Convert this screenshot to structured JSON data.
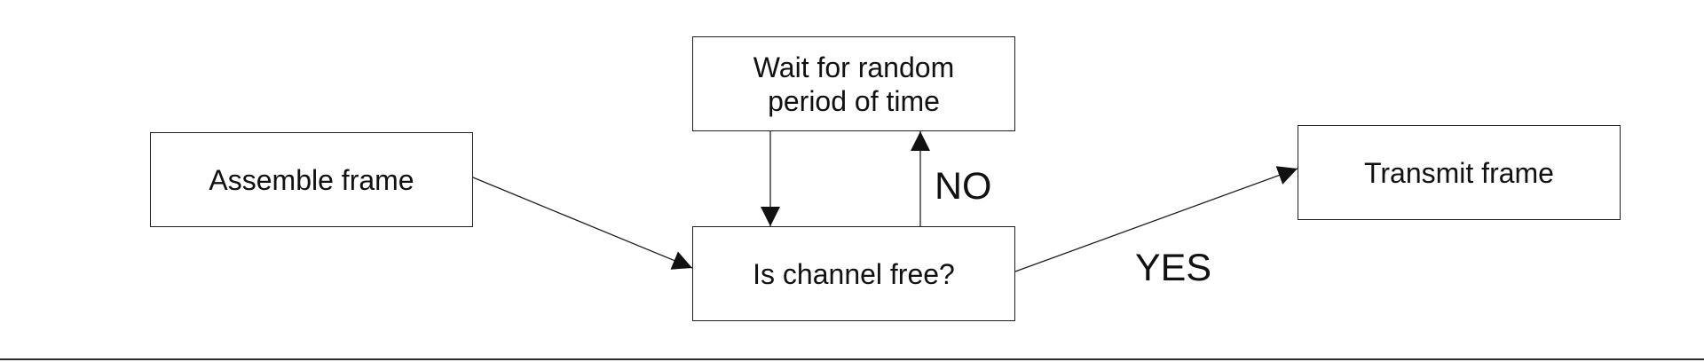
{
  "diagram": {
    "nodes": {
      "assemble": {
        "lines": [
          "Assemble frame"
        ]
      },
      "check": {
        "lines": [
          "Is channel free?"
        ]
      },
      "wait": {
        "lines": [
          "Wait for random",
          "period of time"
        ]
      },
      "transmit": {
        "lines": [
          "Transmit frame"
        ]
      }
    },
    "labels": {
      "no": "NO",
      "yes": "YES"
    },
    "edges": [
      {
        "from": "assemble",
        "to": "check"
      },
      {
        "from": "check",
        "to": "wait",
        "label": "NO"
      },
      {
        "from": "wait",
        "to": "check"
      },
      {
        "from": "check",
        "to": "transmit",
        "label": "YES"
      }
    ]
  }
}
